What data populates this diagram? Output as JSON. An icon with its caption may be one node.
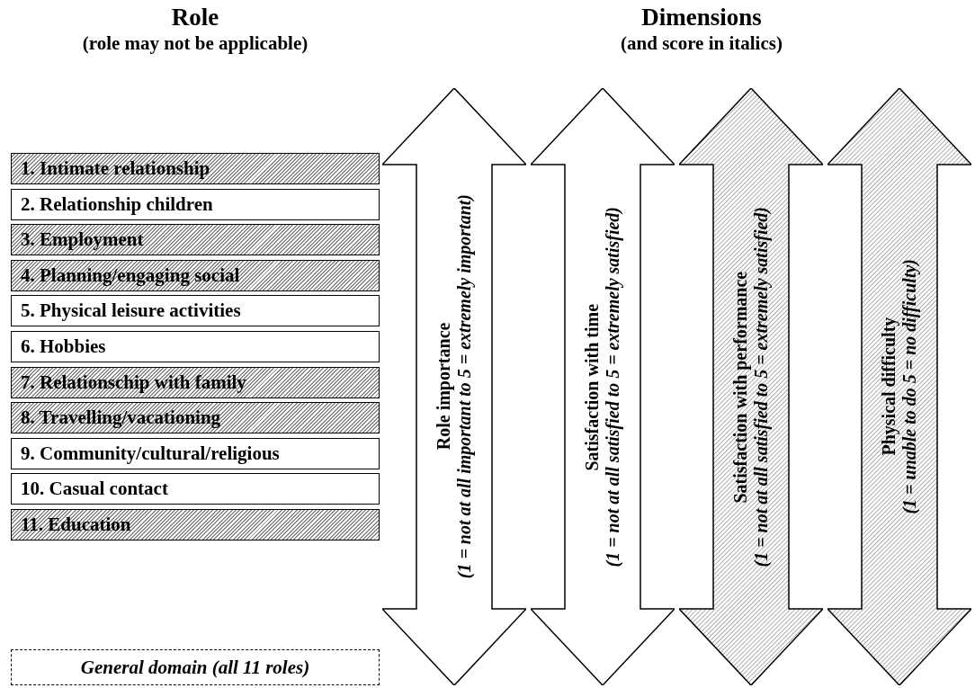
{
  "diagram": {
    "nodes": [
      {
        "text": [
          "1. Intimate relationship"
        ]
      },
      {
        "text": [
          "2. Relationship children"
        ]
      },
      {
        "text": [
          "3. Employment"
        ]
      },
      {
        "text": [
          "4. Planning/engaging social"
        ]
      },
      {
        "text": [
          "5. Physical leisure activities"
        ]
      },
      {
        "text": [
          "6. Hobbies"
        ]
      },
      {
        "text": [
          "7. Relationschip with family"
        ]
      },
      {
        "text": [
          "8. Travelling/vacationing"
        ]
      },
      {
        "text": [
          "9. Community/cultural/religious"
        ]
      },
      {
        "text": [
          "10. Casual contact"
        ]
      },
      {
        "text": [
          "11. Education"
        ]
      },
      {
        "text": [
          "General domain (all 11 roles)"
        ]
      },
      {
        "text": [
          "Role importance",
          "(1 = not at all important to 5 = extremely important)"
        ]
      },
      {
        "text": [
          "Satisfaction with time",
          "(1 = not at all satisfied to 5 = extremely satisfied)"
        ]
      },
      {
        "text": [
          "Satisfaction with performance",
          "(1 = not at all satisfied to 5 = extremely satisfied)"
        ]
      },
      {
        "text": [
          "Physical difficulty",
          "(1 = unable to do 5 = no difficulty)"
        ]
      }
    ],
    "labels": [
      "Role",
      "(role may not be applicable)",
      "Dimensions",
      "(and score in italics)"
    ]
  }
}
